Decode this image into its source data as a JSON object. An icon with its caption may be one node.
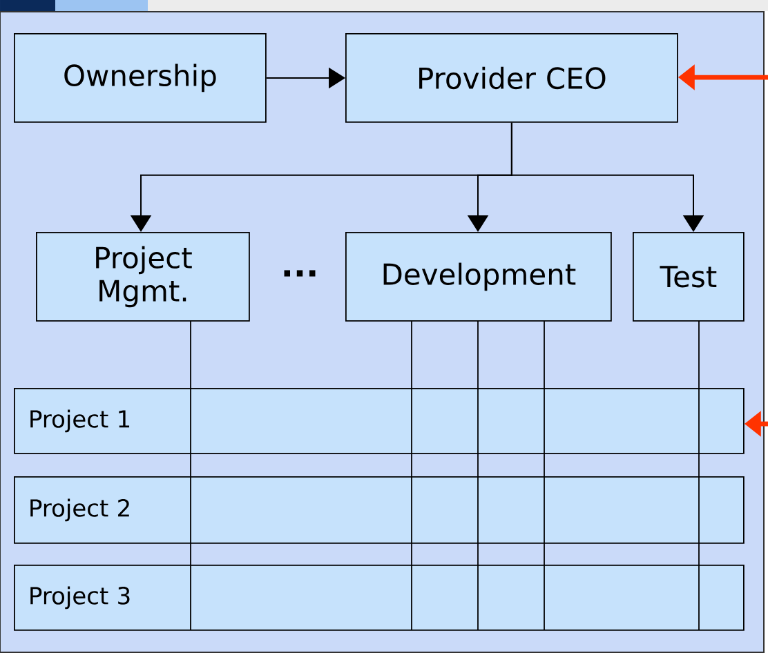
{
  "diagram": {
    "nodes": [
      {
        "text": [
          "Ownership"
        ]
      },
      {
        "text": [
          "Provider CEO"
        ]
      },
      {
        "text": [
          "Project Mgmt."
        ]
      },
      {
        "text": [
          "Development"
        ]
      },
      {
        "text": [
          "Test"
        ]
      },
      {
        "text": [
          "Project 1"
        ]
      },
      {
        "text": [
          "Project 2"
        ]
      },
      {
        "text": [
          "Project 3"
        ]
      }
    ],
    "edges": [
      {
        "from": 0,
        "to": 1,
        "arrow": "to"
      },
      {
        "from": 1,
        "to": 2,
        "arrow": "to"
      },
      {
        "from": 1,
        "to": 3,
        "arrow": "to"
      },
      {
        "from": 1,
        "to": 4,
        "arrow": "to"
      },
      {
        "from": null,
        "to": 1,
        "arrow": "to",
        "style": "thick",
        "color": "#ff3300"
      },
      {
        "from": null,
        "to": 5,
        "arrow": "to",
        "style": "thick",
        "color": "#ff3300"
      },
      {
        "from": 2,
        "to": 5,
        "arrow": "none"
      },
      {
        "from": 2,
        "to": 6,
        "arrow": "none"
      },
      {
        "from": 2,
        "to": 7,
        "arrow": "none"
      },
      {
        "from": 3,
        "to": 5,
        "arrow": "none"
      },
      {
        "from": 3,
        "to": 6,
        "arrow": "none"
      },
      {
        "from": 3,
        "to": 7,
        "arrow": "none"
      },
      {
        "from": 3,
        "to": 5,
        "arrow": "none"
      },
      {
        "from": 3,
        "to": 6,
        "arrow": "none"
      },
      {
        "from": 3,
        "to": 7,
        "arrow": "none"
      },
      {
        "from": 3,
        "to": 5,
        "arrow": "none"
      },
      {
        "from": 3,
        "to": 6,
        "arrow": "none"
      },
      {
        "from": 3,
        "to": 7,
        "arrow": "none"
      },
      {
        "from": 4,
        "to": 5,
        "arrow": "none"
      },
      {
        "from": 4,
        "to": 6,
        "arrow": "none"
      },
      {
        "from": 4,
        "to": 7,
        "arrow": "none"
      }
    ],
    "labels": [
      "..."
    ]
  }
}
